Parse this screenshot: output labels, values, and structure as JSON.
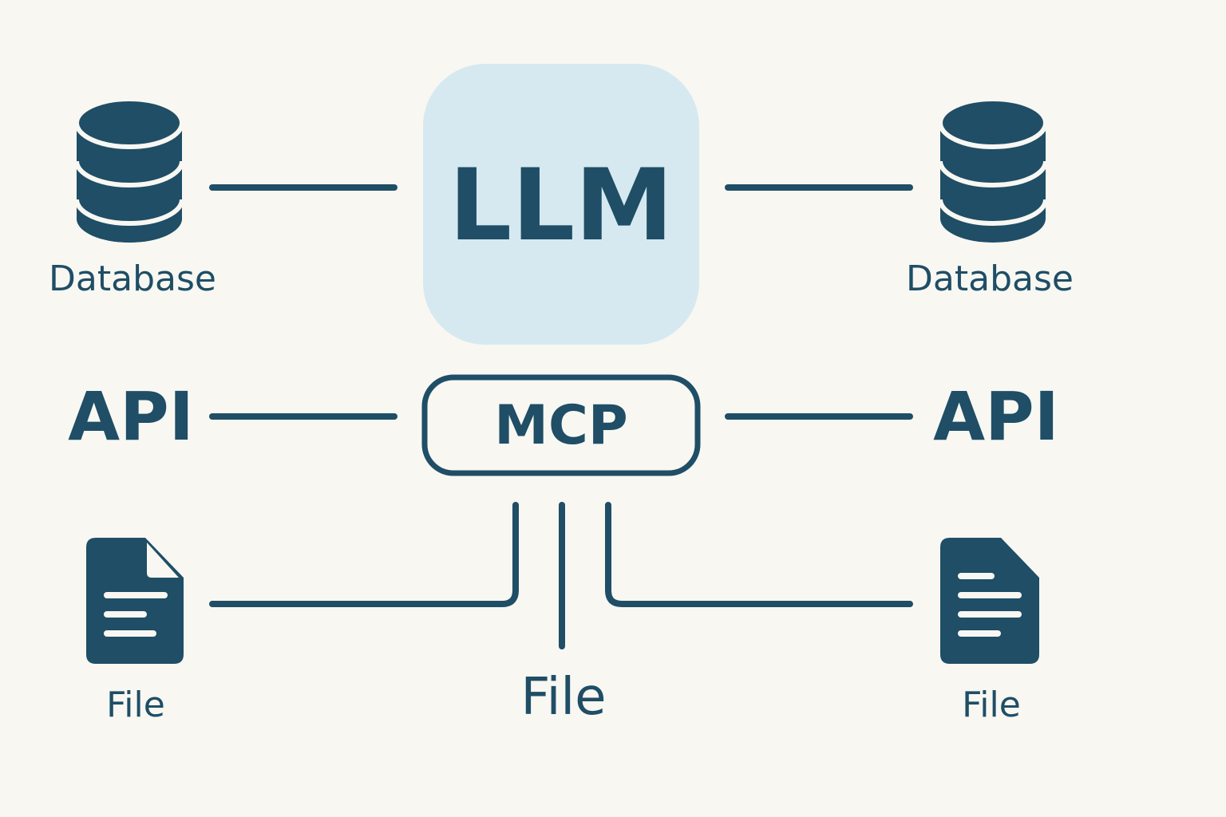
{
  "colors": {
    "background": "#f8f7f2",
    "primary": "#1f4e66",
    "llm_fill": "#d6e9f0"
  },
  "nodes": {
    "llm": {
      "label": "LLM"
    },
    "mcp": {
      "label": "MCP"
    },
    "left_database": {
      "label": "Database",
      "icon": "database-icon"
    },
    "right_database": {
      "label": "Database",
      "icon": "database-icon"
    },
    "left_api": {
      "label": "API"
    },
    "right_api": {
      "label": "API"
    },
    "left_file": {
      "label": "File",
      "icon": "file-icon"
    },
    "right_file": {
      "label": "File",
      "icon": "file-icon"
    },
    "center_file": {
      "label": "File"
    }
  }
}
